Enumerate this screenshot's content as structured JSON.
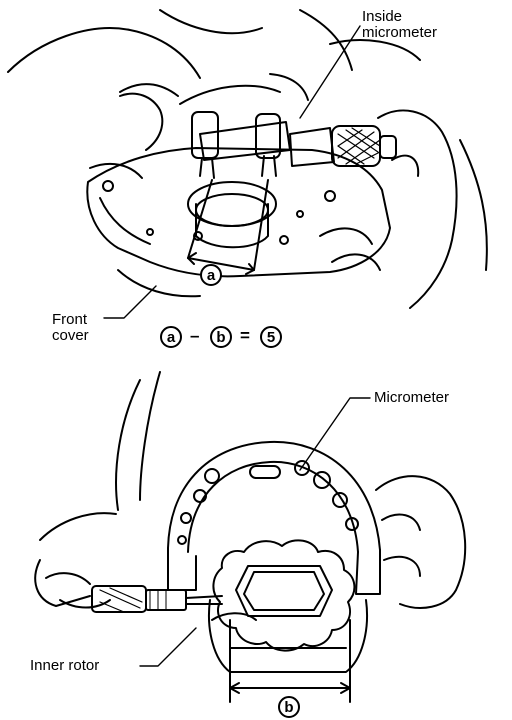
{
  "top_figure": {
    "inside_micrometer_label": [
      "Inside",
      "micrometer"
    ],
    "front_cover_label": [
      "Front",
      "cover"
    ],
    "dimension_a": "a"
  },
  "formula": {
    "term1": "a",
    "minus": "–",
    "term2": "b",
    "equals": "=",
    "result": "5"
  },
  "bottom_figure": {
    "micrometer_label": "Micrometer",
    "inner_rotor_label": "Inner rotor",
    "dimension_b": "b"
  },
  "colors": {
    "line": "#000000",
    "background": "#ffffff"
  }
}
